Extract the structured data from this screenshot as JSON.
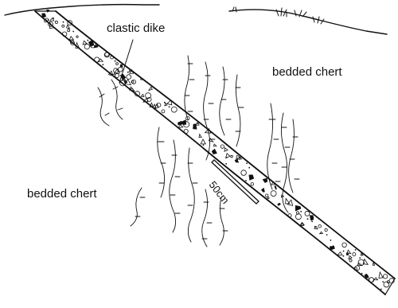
{
  "labels": {
    "dike_label": "clastic dike",
    "chert_upper_right": "bedded  chert",
    "chert_lower_left": "bedded  chert",
    "scale_label": "50cm"
  },
  "colors": {
    "ink": "#111111",
    "paper": "#ffffff"
  }
}
